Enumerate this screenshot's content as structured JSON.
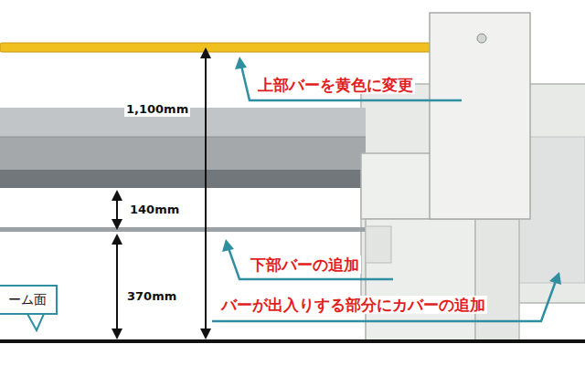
{
  "diagram": {
    "nodes": [
      {
        "text": [
          "ーム面"
        ]
      }
    ],
    "labels": [
      "上部バーを黄色に変更",
      "1,100mm",
      "140mm",
      "370mm",
      "下部バーの追加",
      "バーが出入りする部分にカバーの追加"
    ]
  }
}
